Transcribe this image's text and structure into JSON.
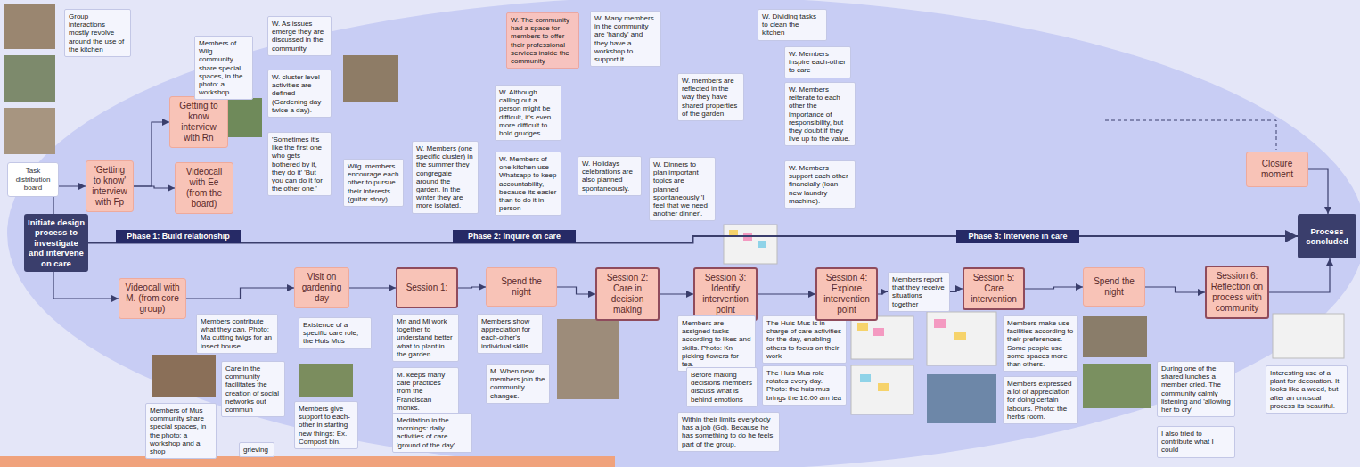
{
  "diagram": {
    "nodes": [
      {
        "text": [
          "Group interactions mostly revolve around the use of the kitchen"
        ]
      },
      {
        "text": [
          "Task distribution board"
        ]
      },
      {
        "text": [
          "Initiate design process to investigate and intervene on care"
        ]
      },
      {
        "text": [
          "'Getting to know' interview with Fp"
        ]
      },
      {
        "text": [
          "Getting to know interview with Rn"
        ]
      },
      {
        "text": [
          "Members of Wilg community share special spaces, in the photo: a workshop"
        ]
      },
      {
        "text": [
          "Videocall with Ee (from the board)"
        ]
      },
      {
        "text": [
          "Phase 1: Build relationship"
        ]
      },
      {
        "text": [
          "W. As issues emerge they are discussed in the community"
        ]
      },
      {
        "text": [
          "W. cluster level activities are defined (Gardening day twice a day)."
        ]
      },
      {
        "text": [
          "'Sometimes it's like the first one who gets bothered by it, they do it' 'But you can do it for the other one.'"
        ]
      },
      {
        "text": [
          "Wilg. members encourage each other to pursue their interests (guitar story)"
        ]
      },
      {
        "text": [
          "W. Members (one specific cluster) in the summer they congregate around the garden. In the winter they are more isolated."
        ]
      },
      {
        "text": [
          "W. The community had a space for members to offer their professional services inside the community"
        ]
      },
      {
        "text": [
          "W. Although calling out a person might be difficult, it's even more difficult to hold grudges."
        ]
      },
      {
        "text": [
          "W. Members of one kitchen use Whatsapp to keep accountability, because its easier than to do it in person"
        ]
      },
      {
        "text": [
          "Phase 2: Inquire on care"
        ]
      },
      {
        "text": [
          "W. Many members in the community are 'handy' and they have a workshop to support it."
        ]
      },
      {
        "text": [
          "W. members are reflected in the way they have shared properties of the garden"
        ]
      },
      {
        "text": [
          "W. Holidays celebrations are also planned spontaneously."
        ]
      },
      {
        "text": [
          "W. Dinners to plan important topics are planned spontaneously 'I feel that we need another dinner'."
        ]
      },
      {
        "text": [
          "W. Dividing tasks to clean the kitchen"
        ]
      },
      {
        "text": [
          "W. Members inspire each-other to care"
        ]
      },
      {
        "text": [
          "W. Members reiterate to each other the importance of responsibility, but they doubt if they live up to the value."
        ]
      },
      {
        "text": [
          "W. Members support each other financially (loan new laundry machine)."
        ]
      },
      {
        "text": [
          "Phase 3: Intervene in care"
        ]
      },
      {
        "text": [
          "Closure moment"
        ]
      },
      {
        "text": [
          "Process concluded"
        ]
      },
      {
        "text": [
          "Videocall with M. (from core group)"
        ]
      },
      {
        "text": [
          "Visit on gardening day"
        ]
      },
      {
        "text": [
          "Members contribute what they can. Photo: Ma cutting twigs for an insect house"
        ]
      },
      {
        "text": [
          "Care in the community facilitates the creation of social networks out commun"
        ]
      },
      {
        "text": [
          "Members of Mus community share special spaces, in the photo: a workshop and a shop"
        ]
      },
      {
        "text": [
          "Existence of a specific care role, the Huis Mus"
        ]
      },
      {
        "text": [
          "Members give support to each-other in starting new things: Ex. Compost bin."
        ]
      },
      {
        "text": [
          "grieving"
        ]
      },
      {
        "text": [
          "Session 1:"
        ]
      },
      {
        "text": [
          "Mn and Ml work together to understand better what to plant in the garden"
        ]
      },
      {
        "text": [
          "M. keeps many care practices from the Franciscan monks."
        ]
      },
      {
        "text": [
          "Meditation in the mornings: daily activities of care. 'ground of the day'"
        ]
      },
      {
        "text": [
          "Spend the night"
        ]
      },
      {
        "text": [
          "Members show appreciation for each-other's individual skills"
        ]
      },
      {
        "text": [
          "M. When new members join the community changes."
        ]
      },
      {
        "text": [
          "Session 2: Care in decision making"
        ]
      },
      {
        "text": [
          "Session 3: Identify intervention point"
        ]
      },
      {
        "text": [
          "Members are assigned tasks according to likes and skills. Photo: Kn picking flowers for tea."
        ]
      },
      {
        "text": [
          "Before making decisions members discuss what is behind emotions"
        ]
      },
      {
        "text": [
          "Within their limits everybody has a job (Gd). Because he has something to do he feels part of the group."
        ]
      },
      {
        "text": [
          "The Huis Mus is in charge of care activities for the day, enabling others to focus on their work"
        ]
      },
      {
        "text": [
          "The Huis Mus role rotates every day. Photo: the huis mus brings the 10:00 am tea"
        ]
      },
      {
        "text": [
          "Session 4: Explore intervention point"
        ]
      },
      {
        "text": [
          "Members report that they receive situations together"
        ]
      },
      {
        "text": [
          "Session 5: Care intervention"
        ]
      },
      {
        "text": [
          "Members make use facilities according to their preferences. Some people use some spaces more than others."
        ]
      },
      {
        "text": [
          "Members expressed a lot of appreciation for doing certain labours. Photo: the herbs room."
        ]
      },
      {
        "text": [
          "Spend the night"
        ]
      },
      {
        "text": [
          "Session 6: Reflection on process with community"
        ]
      },
      {
        "text": [
          "During one of the shared lunches a member cried. The community calmly listening and 'allowing her to cry'"
        ]
      },
      {
        "text": [
          "I also tried to contribute what I could"
        ]
      },
      {
        "text": [
          "Interesting use of a plant for decoration. It looks like a weed, but after an unusual process its beautiful."
        ]
      }
    ],
    "edges": [
      {
        "from": 2,
        "to": 3,
        "arrow": "to"
      },
      {
        "from": 3,
        "to": 4,
        "arrow": "to"
      },
      {
        "from": 3,
        "to": 6,
        "arrow": "to"
      },
      {
        "from": 2,
        "to": 27,
        "arrow": "to"
      },
      {
        "from": 2,
        "to": 28,
        "arrow": "to"
      },
      {
        "from": 28,
        "to": 29,
        "arrow": "to"
      },
      {
        "from": 29,
        "to": 36,
        "arrow": "to"
      },
      {
        "from": 36,
        "to": 40,
        "arrow": "to"
      },
      {
        "from": 40,
        "to": 43,
        "arrow": "to"
      },
      {
        "from": 43,
        "to": 44,
        "arrow": "to"
      },
      {
        "from": 44,
        "to": 50,
        "arrow": "to"
      },
      {
        "from": 50,
        "to": 51,
        "arrow": "to"
      },
      {
        "from": 51,
        "to": 52,
        "arrow": "to"
      },
      {
        "from": 52,
        "to": 55,
        "arrow": "to"
      },
      {
        "from": 55,
        "to": 56,
        "arrow": "to"
      },
      {
        "from": 26,
        "to": 27,
        "arrow": "to"
      },
      {
        "from": 56,
        "to": 27,
        "arrow": "to"
      }
    ]
  }
}
